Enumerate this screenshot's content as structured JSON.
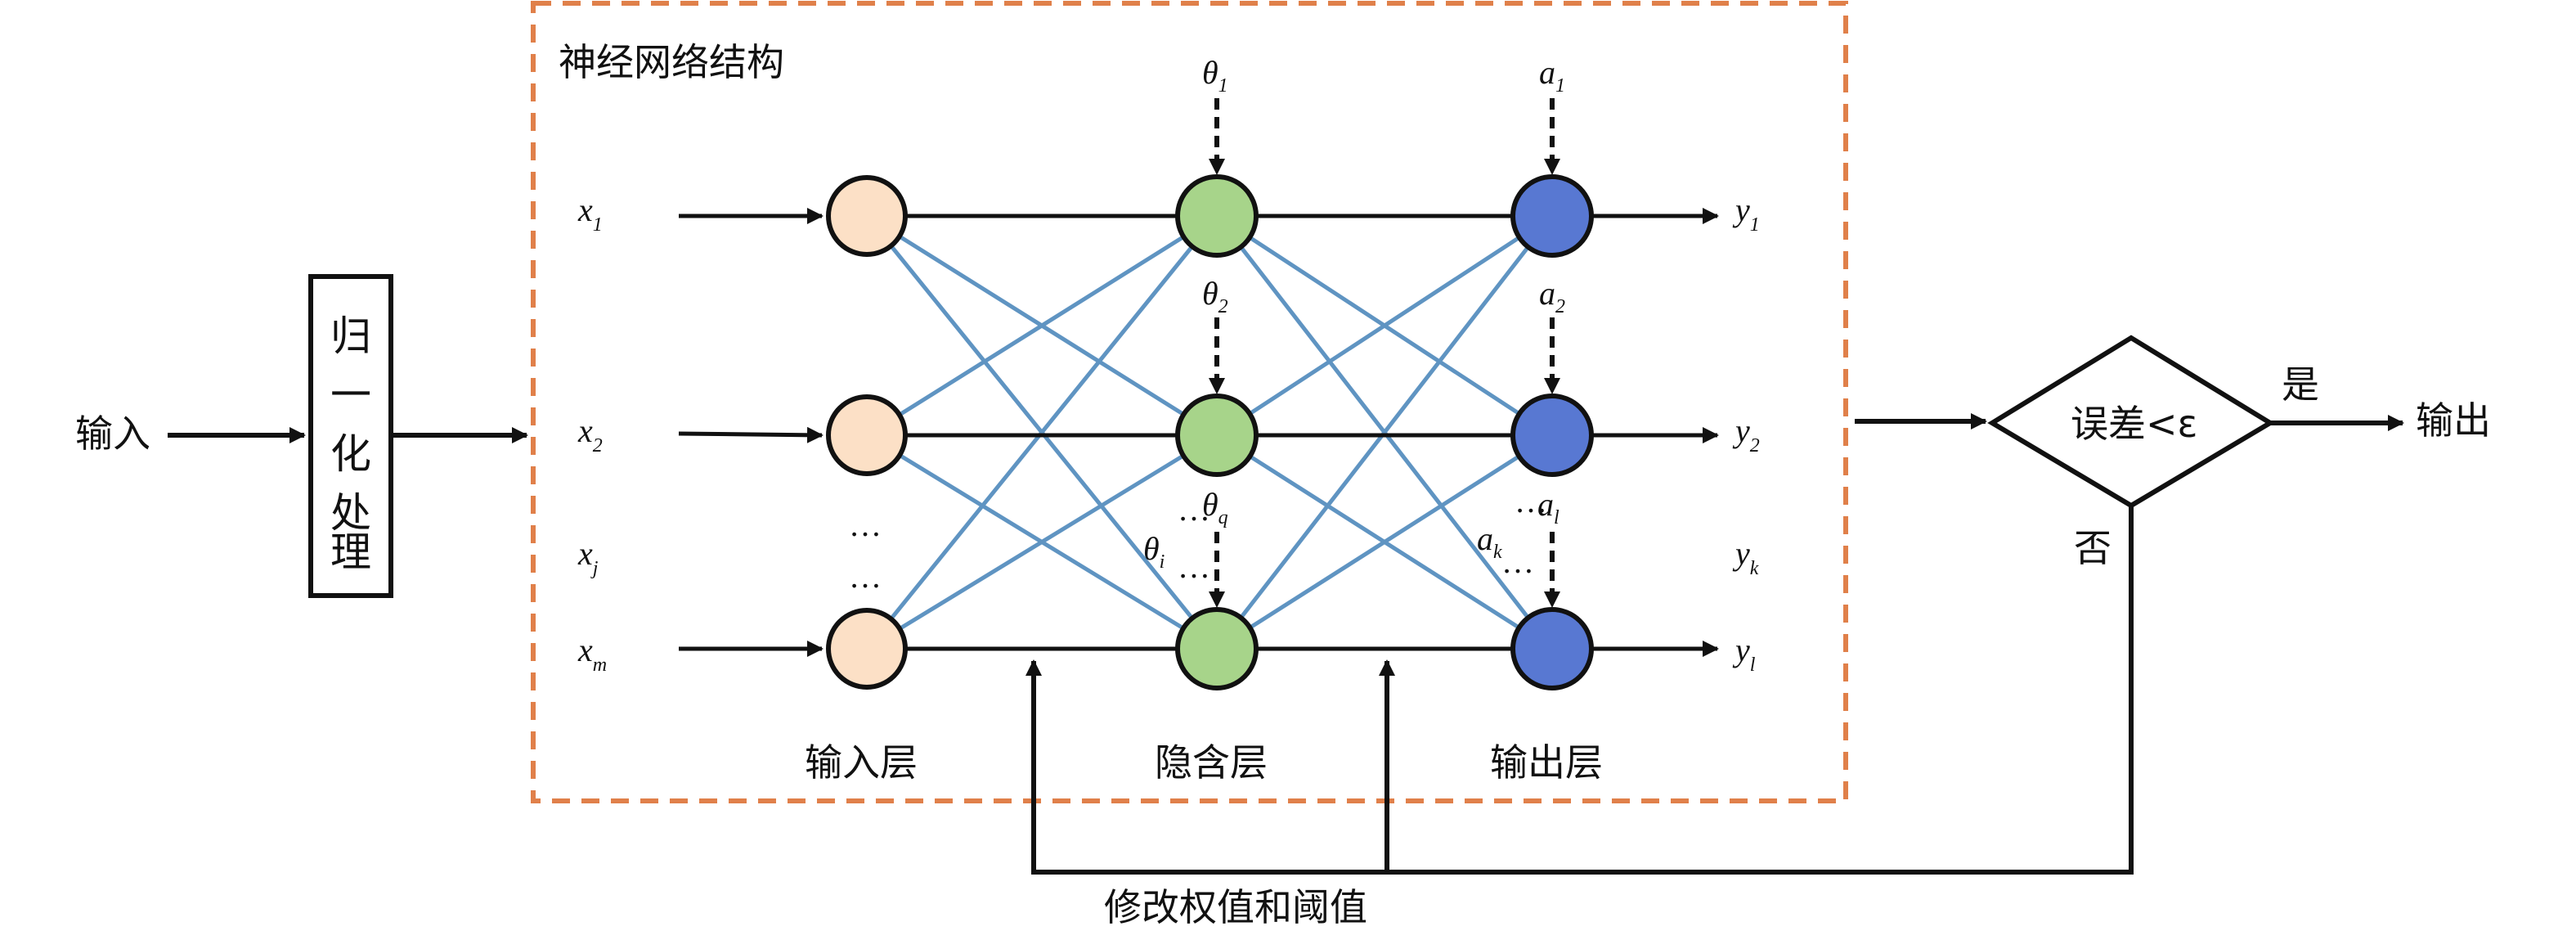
{
  "title": "神经网络结构",
  "input_label": "输入",
  "normalize_box": [
    "归",
    "一",
    "化",
    "处",
    "理"
  ],
  "inputs": [
    {
      "base": "x",
      "sub": "1"
    },
    {
      "base": "x",
      "sub": "2"
    },
    {
      "base": "x",
      "sub": "j"
    },
    {
      "base": "x",
      "sub": "m"
    }
  ],
  "outputs": [
    {
      "base": "y",
      "sub": "1"
    },
    {
      "base": "y",
      "sub": "2"
    },
    {
      "base": "y",
      "sub": "k"
    },
    {
      "base": "y",
      "sub": "l"
    }
  ],
  "hidden_thresholds": [
    {
      "base": "θ",
      "sub": "1"
    },
    {
      "base": "θ",
      "sub": "2"
    },
    {
      "base": "θ",
      "sub": "q"
    },
    {
      "base": "θ",
      "sub": "i"
    }
  ],
  "output_thresholds": [
    {
      "base": "a",
      "sub": "1"
    },
    {
      "base": "a",
      "sub": "2"
    },
    {
      "base": "a",
      "sub": "l"
    },
    {
      "base": "a",
      "sub": "k"
    }
  ],
  "ellipsis": "…",
  "layer_labels": {
    "input": "输入层",
    "hidden": "隐含层",
    "output": "输出层"
  },
  "decision": {
    "text": "误差<ε",
    "yes": "是",
    "no": "否"
  },
  "final_output": "输出",
  "feedback_label": "修改权值和阈值",
  "colors": {
    "frame": "#E0804A",
    "input_node": "#FCE0C6",
    "hidden_node": "#A7D48A",
    "output_node": "#5878D2",
    "connection": "#5F94C2",
    "line": "#111111"
  }
}
